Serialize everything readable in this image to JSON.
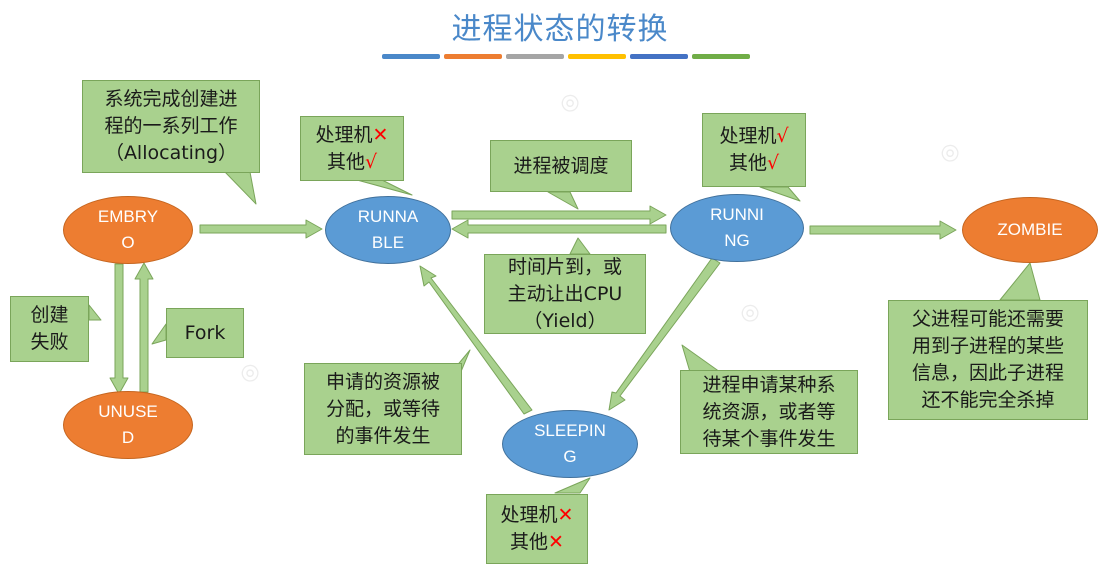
{
  "title": "进程状态的转换",
  "bar_colors": [
    "#4a88c9",
    "#ed7d31",
    "#a5a5a5",
    "#ffc000",
    "#4472c4",
    "#70ad47"
  ],
  "states": {
    "embryo": [
      "EMBRY",
      "O"
    ],
    "unused": [
      "UNUSE",
      "D"
    ],
    "runnable": [
      "RUNNA",
      "BLE"
    ],
    "running": [
      "RUNNI",
      "NG"
    ],
    "sleeping": [
      "SLEEPIN",
      "G"
    ],
    "zombie": "ZOMBIE"
  },
  "callouts": {
    "allocating": [
      "系统完成创建进",
      "程的一系列工作",
      "（Allocating）"
    ],
    "create_fail": [
      "创建",
      "失败"
    ],
    "fork": "Fork",
    "runnable_res": {
      "line1": "处理机",
      "mark1": "✕",
      "line2": "其他",
      "mark2": "√"
    },
    "schedule": "进程被调度",
    "running_res": {
      "line1": "处理机",
      "mark1": "√",
      "line2": "其他",
      "mark2": "√"
    },
    "yield": [
      "时间片到，或",
      "主动让出CPU",
      "（Yield）"
    ],
    "resource_granted": [
      "申请的资源被",
      "分配，或等待",
      "的事件发生"
    ],
    "request_resource": [
      "进程申请某种系",
      "统资源，或者等",
      "待某个事件发生"
    ],
    "sleeping_res": {
      "line1": "处理机",
      "mark1": "✕",
      "line2": "其他",
      "mark2": "✕"
    },
    "zombie_note": [
      "父进程可能还需要",
      "用到子进程的某些",
      "信息，因此子进程",
      "还不能完全杀掉"
    ]
  }
}
